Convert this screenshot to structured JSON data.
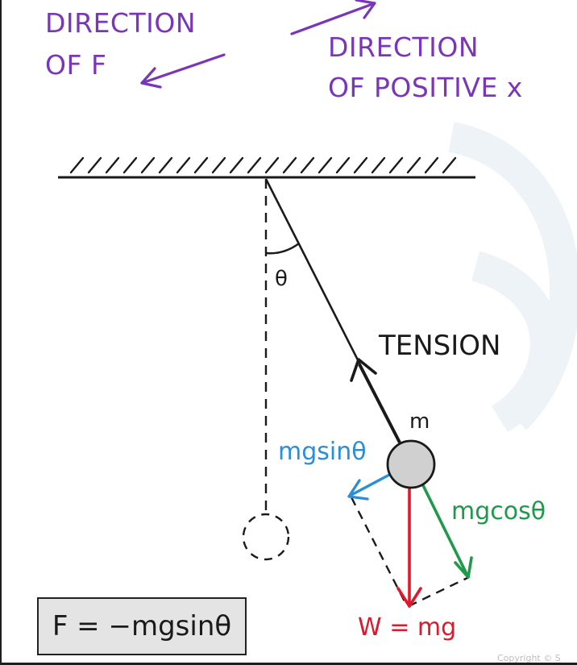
{
  "labels": {
    "direction_f_line1": "DIRECTION",
    "direction_f_line2": "OF F",
    "direction_x_line1": "DIRECTION",
    "direction_x_line2": "OF POSITIVE x",
    "theta": "θ",
    "tension": "TENSION",
    "mass": "m",
    "mg_sin": "mgsinθ",
    "mg_cos": "mgcosθ",
    "weight": "W = mg",
    "formula": "F = −mgsinθ",
    "copyright": "Copyright © S"
  },
  "colors": {
    "purple": "#7b35b8",
    "blue": "#2a8fd6",
    "green": "#1e9a4a",
    "red": "#e0182e",
    "black": "#1a1a1a",
    "bob_fill": "#d0d0d0"
  }
}
